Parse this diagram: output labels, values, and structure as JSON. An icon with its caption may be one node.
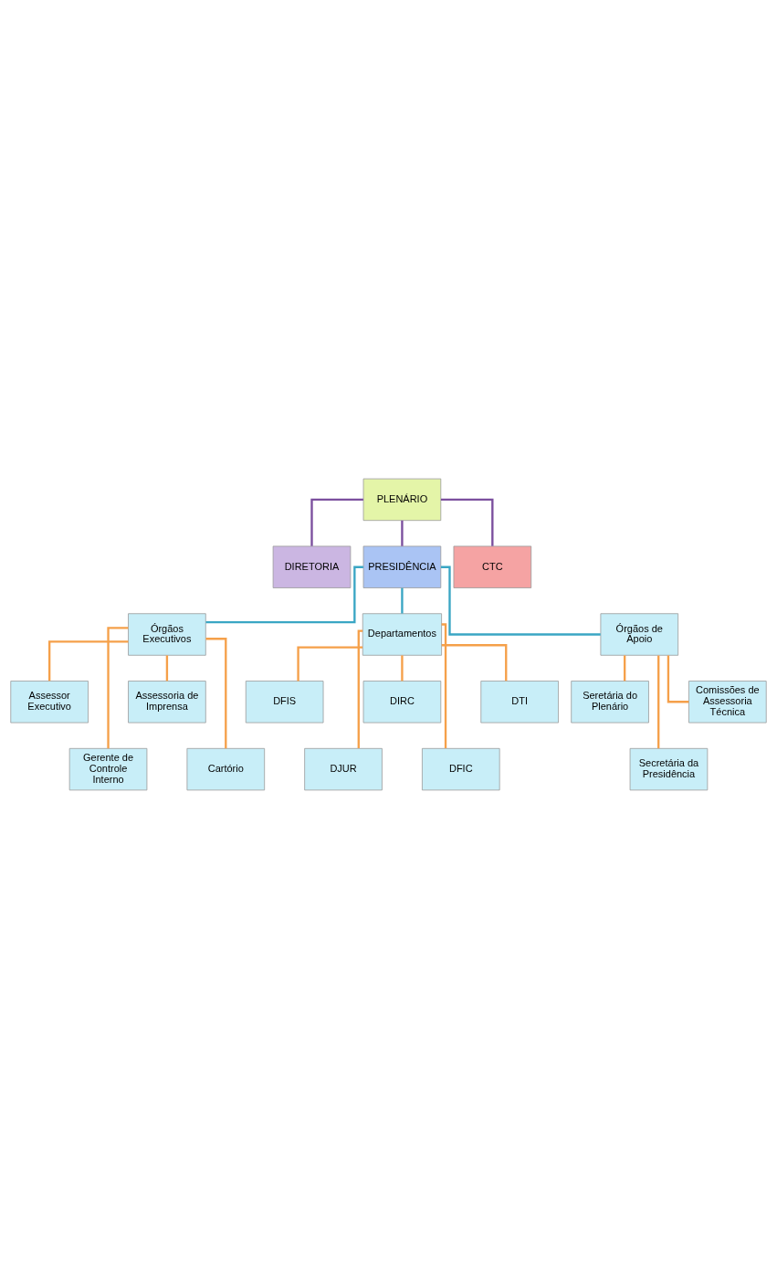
{
  "diagram": {
    "nodes": [
      {
        "text": [
          "PLENÁRIO"
        ]
      },
      {
        "text": [
          "DIRETORIA"
        ]
      },
      {
        "text": [
          "PRESIDÊNCIA"
        ]
      },
      {
        "text": [
          "CTC"
        ]
      },
      {
        "text": [
          "Órgãos Executivos"
        ]
      },
      {
        "text": [
          "Departamentos"
        ]
      },
      {
        "text": [
          "Órgãos de Apoio"
        ]
      },
      {
        "text": [
          "Assessor Executivo"
        ]
      },
      {
        "text": [
          "Gerente de Controle Interno"
        ]
      },
      {
        "text": [
          "Assessoria de Imprensa"
        ]
      },
      {
        "text": [
          "Cartório"
        ]
      },
      {
        "text": [
          "DFIS"
        ]
      },
      {
        "text": [
          "DJUR"
        ]
      },
      {
        "text": [
          "DIRC"
        ]
      },
      {
        "text": [
          "DFIC"
        ]
      },
      {
        "text": [
          "DTI"
        ]
      },
      {
        "text": [
          "Seretária do Plenário"
        ]
      },
      {
        "text": [
          "Secretária da Presidência"
        ]
      },
      {
        "text": [
          "Comissões de Assessoria Técnica"
        ]
      }
    ],
    "edges": [
      {
        "from": 0,
        "to": 1,
        "arrow": "none",
        "color": "#7b4f9e"
      },
      {
        "from": 0,
        "to": 2,
        "arrow": "none",
        "color": "#7b4f9e"
      },
      {
        "from": 0,
        "to": 3,
        "arrow": "none",
        "color": "#7b4f9e"
      },
      {
        "from": 2,
        "to": 4,
        "arrow": "none",
        "color": "#3aa6c4"
      },
      {
        "from": 2,
        "to": 5,
        "arrow": "none",
        "color": "#3aa6c4"
      },
      {
        "from": 2,
        "to": 6,
        "arrow": "none",
        "color": "#3aa6c4"
      },
      {
        "from": 4,
        "to": 7,
        "arrow": "none"
      },
      {
        "from": 4,
        "to": 8,
        "arrow": "none"
      },
      {
        "from": 4,
        "to": 9,
        "arrow": "none"
      },
      {
        "from": 4,
        "to": 10,
        "arrow": "none"
      },
      {
        "from": 5,
        "to": 11,
        "arrow": "none"
      },
      {
        "from": 5,
        "to": 12,
        "arrow": "none"
      },
      {
        "from": 5,
        "to": 13,
        "arrow": "none"
      },
      {
        "from": 5,
        "to": 14,
        "arrow": "none"
      },
      {
        "from": 5,
        "to": 15,
        "arrow": "none"
      },
      {
        "from": 6,
        "to": 16,
        "arrow": "none"
      },
      {
        "from": 6,
        "to": 17,
        "arrow": "none"
      },
      {
        "from": 6,
        "to": 18,
        "arrow": "none"
      }
    ]
  }
}
